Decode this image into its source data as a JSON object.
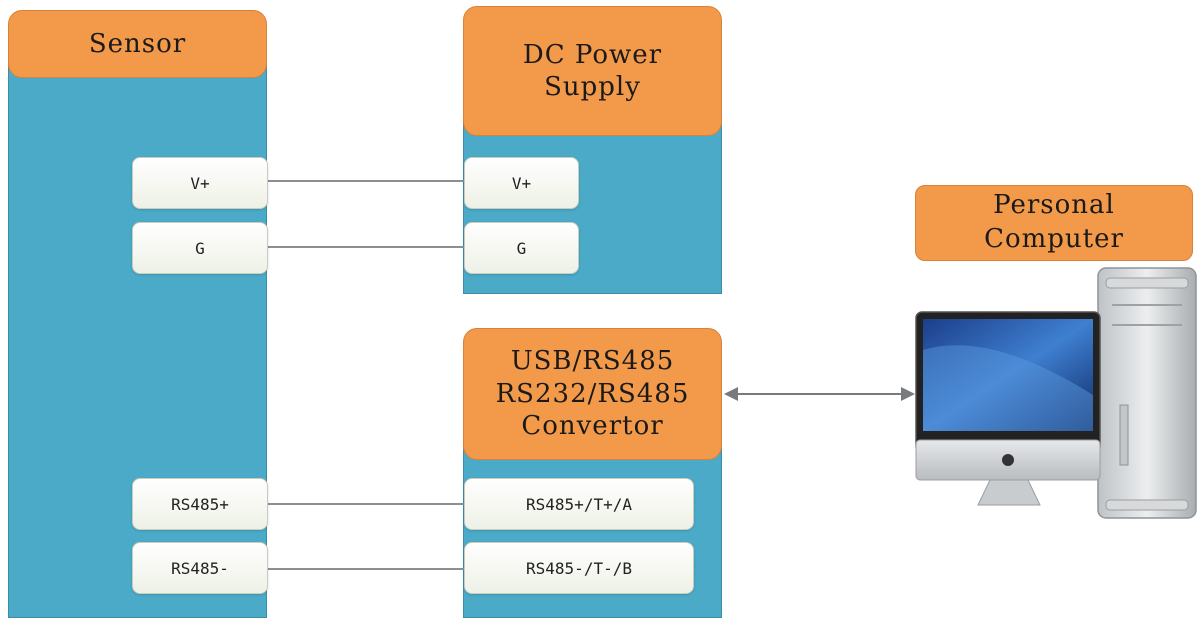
{
  "sensor": {
    "title": "Sensor",
    "pins": {
      "vplus": "V+",
      "g": "G",
      "rs485_plus": "RS485+",
      "rs485_minus": "RS485-"
    }
  },
  "power_supply": {
    "title": "DC Power Supply",
    "title_line1": "DC Power",
    "title_line2": "Supply",
    "pins": {
      "vplus": "V+",
      "g": "G"
    }
  },
  "convertor": {
    "title_line1": "USB/RS485",
    "title_line2": "RS232/RS485",
    "title_line3": "Convertor",
    "pins": {
      "a": "RS485+/T+/A",
      "b": "RS485-/T-/B"
    }
  },
  "computer": {
    "title_line1": "Personal",
    "title_line2": "Computer",
    "icon": "desktop-computer-icon"
  },
  "colors": {
    "panel": "#4aaac7",
    "header": "#f39a4a",
    "wire": "#8a8f92"
  }
}
